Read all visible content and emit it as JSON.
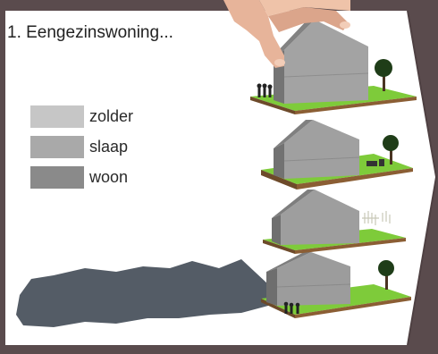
{
  "slide": {
    "title": "1. Eengezinswoning...",
    "background_color": "#5a4b4d",
    "panel_color": "#ffffff",
    "arrow_color": "#ffffff"
  },
  "legend": {
    "items": [
      {
        "label": "zolder",
        "color": "#c6c6c6"
      },
      {
        "label": "slaap",
        "color": "#a9a9a9"
      },
      {
        "label": "woon",
        "color": "#8a8a8a"
      }
    ]
  },
  "illustration": {
    "description_icons": [
      "hand-icon",
      "house-stack-icon",
      "tree-icon",
      "people-icon",
      "shadow-icon"
    ]
  }
}
